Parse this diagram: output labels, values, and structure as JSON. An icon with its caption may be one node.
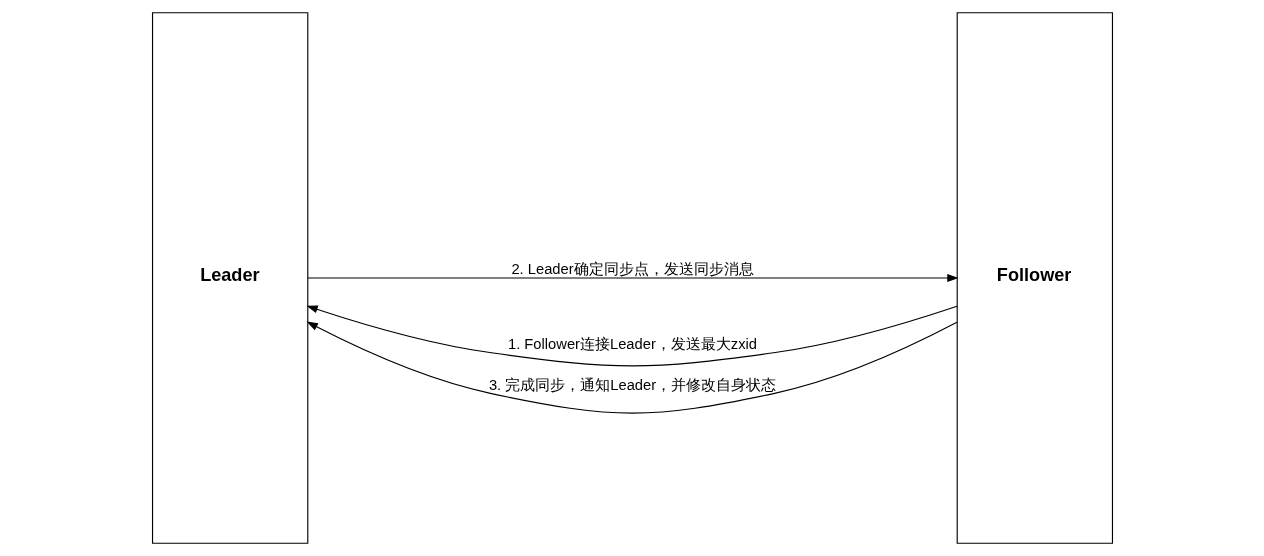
{
  "diagram": {
    "nodes": [
      {
        "text": [
          "Leader"
        ]
      },
      {
        "text": [
          "Follower"
        ]
      }
    ],
    "edges": [
      {
        "from": 1,
        "to": 0,
        "arrow": "to",
        "label": "1. Follower连接Leader，发送最大zxid"
      },
      {
        "from": 0,
        "to": 1,
        "arrow": "to",
        "label": "2. Leader确定同步点，发送同步消息"
      },
      {
        "from": 1,
        "to": 0,
        "arrow": "to",
        "label": "3. 完成同步，通知Leader，并修改自身状态"
      }
    ]
  }
}
